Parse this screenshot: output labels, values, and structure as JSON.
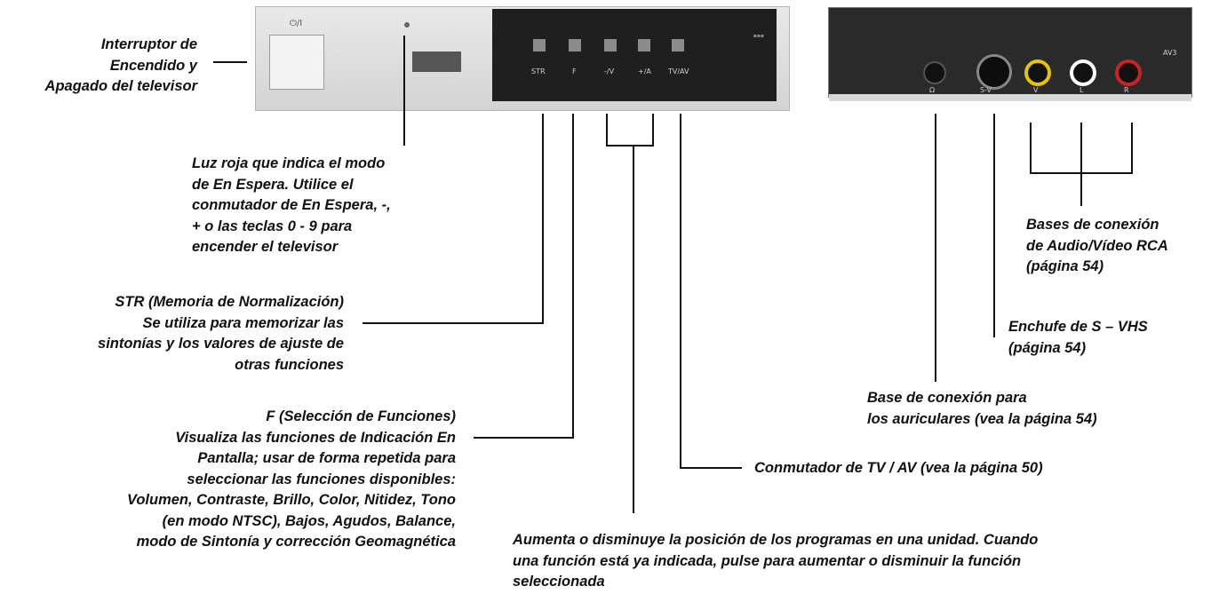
{
  "front_panel": {
    "power_symbol": "⏻/I",
    "buttons": [
      {
        "name": "str",
        "label": "STR"
      },
      {
        "name": "f",
        "label": "F"
      },
      {
        "name": "prog-minus-vol",
        "label": "-/V"
      },
      {
        "name": "prog-plus-vol",
        "label": "+/A"
      },
      {
        "name": "tvav",
        "label": "TV/AV"
      }
    ]
  },
  "side_panel": {
    "connector_labels": [
      "Ω",
      "S-V",
      "V",
      "L",
      "R"
    ],
    "input_label": "AV3",
    "jack_colors": {
      "video": "#e8c400",
      "audio_left": "#ffffff",
      "audio_right": "#cc2222"
    }
  },
  "callouts": {
    "power_switch": "Interruptor de\nEncendido y\nApagado del televisor",
    "standby_light": "Luz roja que indica el modo\nde En Espera. Utilice el\nconmutador de En Espera, -,\n+ o las teclas 0 - 9 para\nencender el televisor",
    "str": "STR (Memoria de Normalización)\nSe utiliza para memorizar las\nsintonías y los valores de ajuste de\notras funciones",
    "f": "F (Selección de Funciones)\nVisualiza las funciones de Indicación En\nPantalla; usar de forma repetida para\nseleccionar las funciones disponibles:\nVolumen, Contraste, Brillo, Color, Nitidez, Tono\n(en modo NTSC), Bajos, Agudos, Balance,\nmodo de Sintonía y corrección Geomagnética",
    "tvav": "Conmutador de TV / AV (vea la página 50)",
    "program": "Aumenta o disminuye la posición de los programas en una unidad. Cuando\nuna función está ya indicada, pulse para aumentar o disminuir la función\nseleccionada",
    "av_rca": "Bases de conexión\nde Audio/Vídeo RCA\n(página 54)",
    "svhs": "Enchufe de S – VHS\n(página 54)",
    "headphones": "Base de conexión para\nlos auriculares (vea la página 54)"
  }
}
